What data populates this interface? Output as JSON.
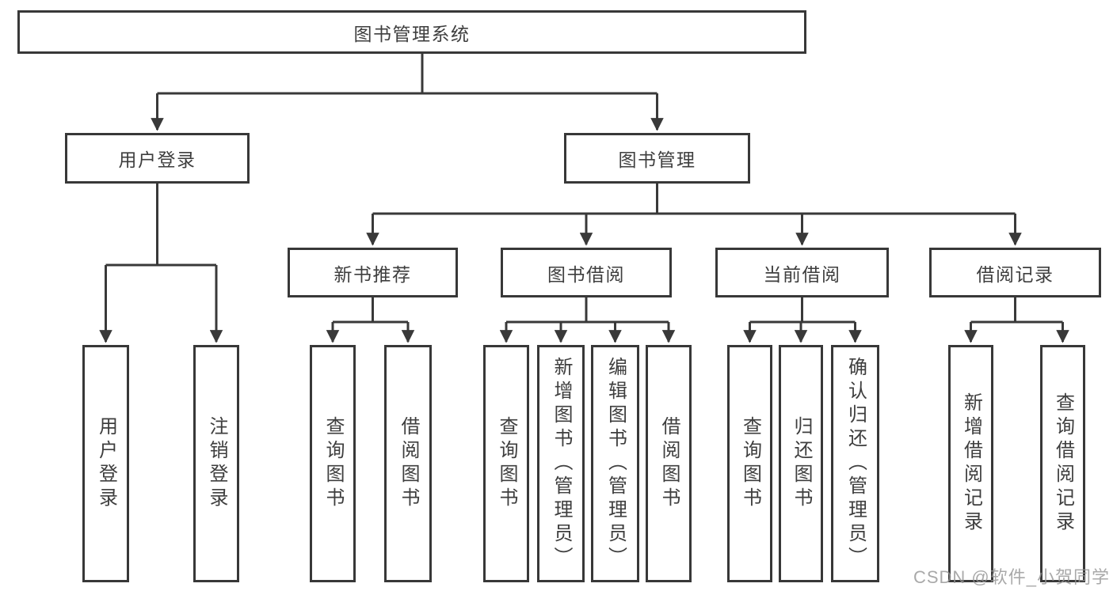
{
  "diagram_title": "图书管理系统",
  "watermark": "CSDN @软件_小贺同学",
  "colors": {
    "line": "#393939",
    "box_border": "#383838",
    "text": "#3e3e3e",
    "background": "#ffffff",
    "watermark": "#949494"
  },
  "nodes": {
    "root": "图书管理系统",
    "user_login": "用户登录",
    "book_mgmt": "图书管理",
    "new_books": "新书推荐",
    "book_borrow": "图书借阅",
    "current_borrow": "当前借阅",
    "borrow_records": "借阅记录",
    "leaf_user_login": "用户登录",
    "leaf_logout": "注销登录",
    "leaf_nb_query": "查询图书",
    "leaf_nb_borrow": "借阅图书",
    "leaf_bb_query": "查询图书",
    "leaf_bb_add": "新增图书（管理员）",
    "leaf_bb_edit": "编辑图书（管理员）",
    "leaf_bb_borrow": "借阅图书",
    "leaf_cb_query": "查询图书",
    "leaf_cb_return": "归还图书",
    "leaf_cb_confirm": "确认归还（管理员）",
    "leaf_br_add": "新增借阅记录",
    "leaf_br_query": "查询借阅记录"
  }
}
